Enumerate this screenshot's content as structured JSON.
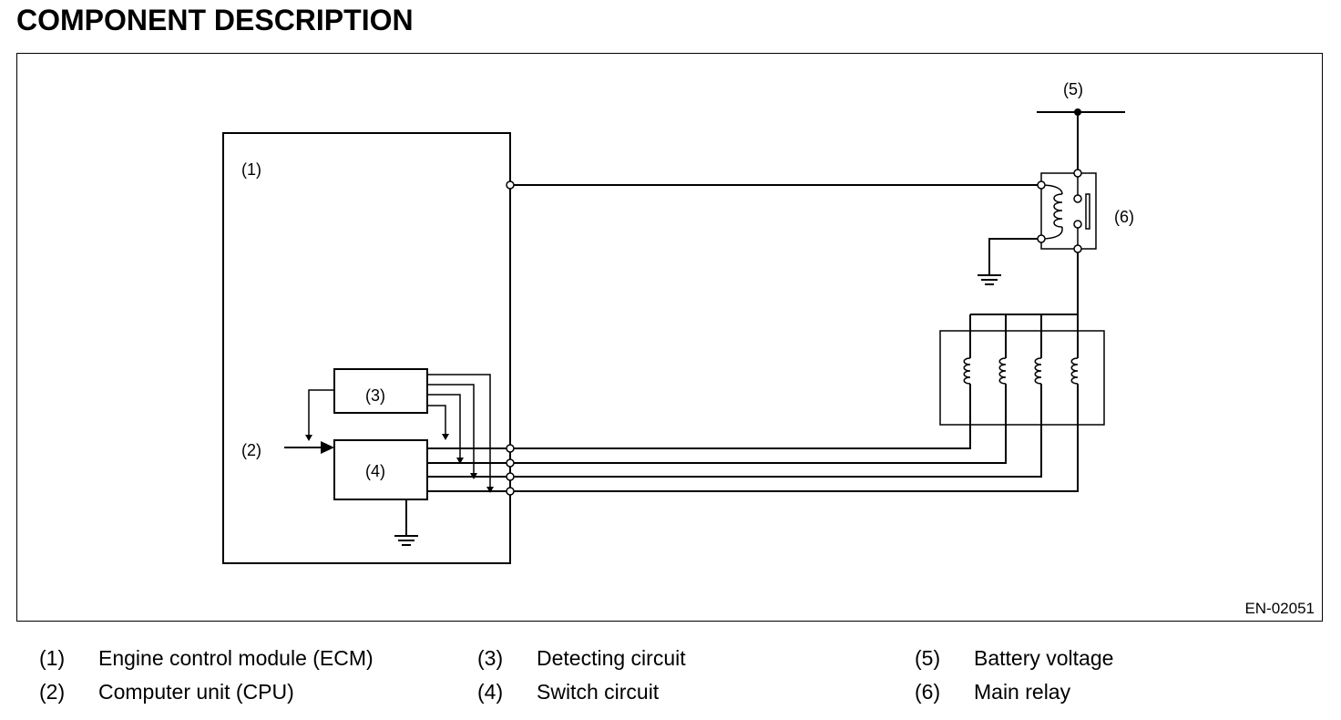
{
  "page_title": "COMPONENT DESCRIPTION",
  "figure_code": "EN-02051",
  "callouts": {
    "c1": "(1)",
    "c2": "(2)",
    "c3": "(3)",
    "c4": "(4)",
    "c5": "(5)",
    "c6": "(6)"
  },
  "legend": [
    {
      "num": "(1)",
      "text": "Engine control module (ECM)"
    },
    {
      "num": "(2)",
      "text": "Computer unit (CPU)"
    },
    {
      "num": "(3)",
      "text": "Detecting circuit"
    },
    {
      "num": "(4)",
      "text": "Switch circuit"
    },
    {
      "num": "(5)",
      "text": "Battery voltage"
    },
    {
      "num": "(6)",
      "text": "Main relay"
    }
  ]
}
